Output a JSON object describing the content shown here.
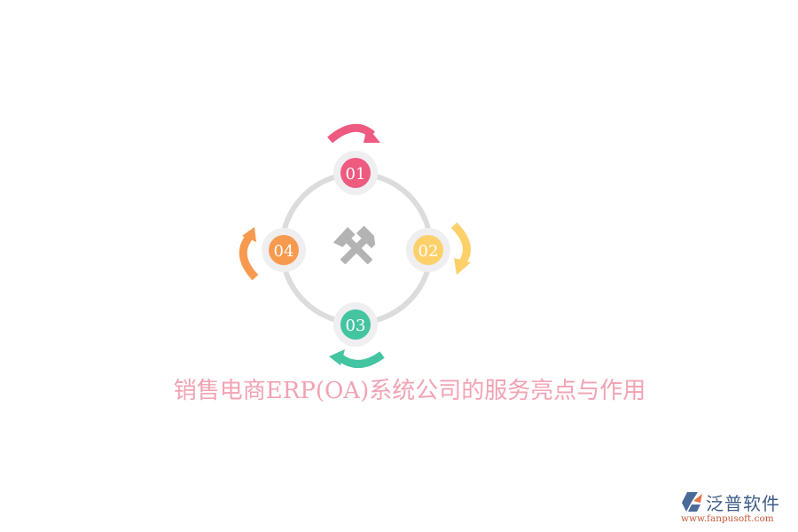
{
  "diagram": {
    "title": "销售电商ERP(OA)系统公司的服务亮点与作用",
    "center_icon": "crossed-hammers-icon",
    "ring_color": "#dcdcdc",
    "node_ring_color": "#efeef0",
    "icon_color": "#b3b3b3",
    "title_color": "#f2a3b3",
    "nodes": [
      {
        "label": "01",
        "position": "top",
        "color": "#ee5a80",
        "arrow": "clockwise-arrow-top"
      },
      {
        "label": "02",
        "position": "right",
        "color": "#fdd06a",
        "arrow": "clockwise-arrow-right"
      },
      {
        "label": "03",
        "position": "bottom",
        "color": "#44c4a1",
        "arrow": "clockwise-arrow-bottom"
      },
      {
        "label": "04",
        "position": "left",
        "color": "#f79a4f",
        "arrow": "clockwise-arrow-left"
      }
    ]
  },
  "logo": {
    "name": "泛普软件",
    "url": "www.fanpusoft.com",
    "name_color": "#3f5c86",
    "url_color": "#c85a3a"
  }
}
